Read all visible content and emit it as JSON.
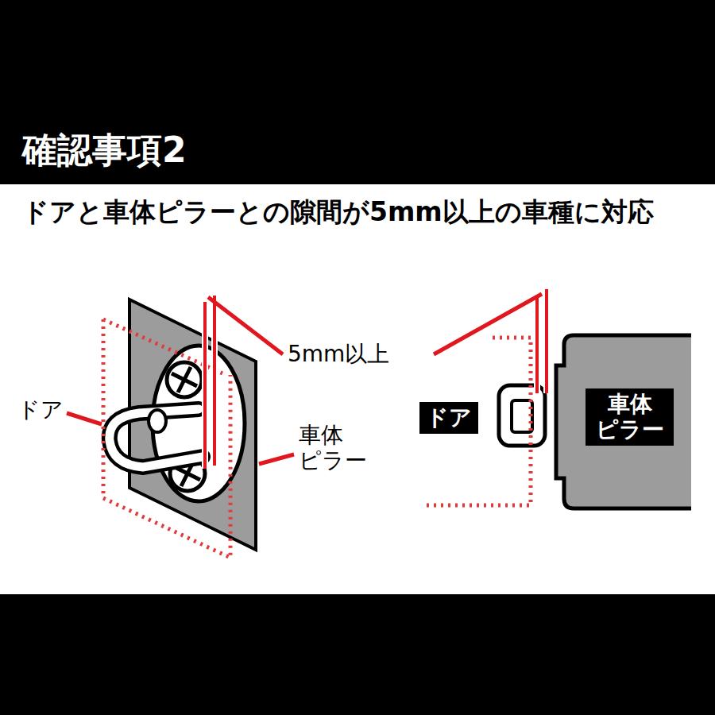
{
  "diagram": {
    "title": "確認事項2",
    "nodes": [
      {
        "text": [
          "ドア"
        ]
      },
      {
        "text": [
          "車体 ピラー"
        ]
      }
    ],
    "edges": [],
    "labels": [
      "ドアと車体ピラーとの隙間が5mm以上の車種に対応",
      "ドア",
      "5mm以上",
      "車体 ピラー"
    ]
  }
}
